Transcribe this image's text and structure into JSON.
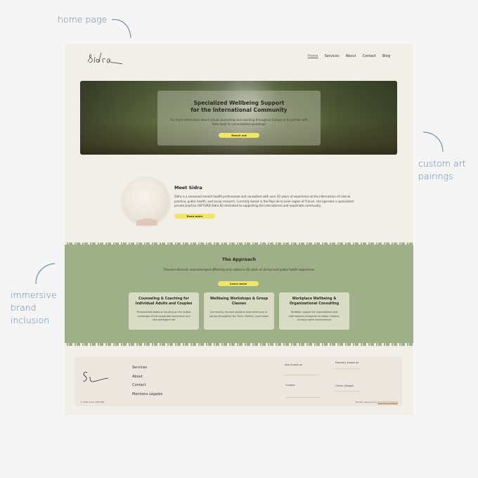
{
  "annotations": {
    "home_page": "home page",
    "custom_art_line1": "custom art",
    "custom_art_line2": "pairings",
    "immersive_line1": "immersive",
    "immersive_line2": "brand",
    "immersive_line3": "inclusion"
  },
  "colors": {
    "accent_blue": "#5a7fa6",
    "page_bg": "#f2efe8",
    "sage_green": "#9fb088",
    "button_yellow": "#f1e567",
    "card_bg": "#d9dcc5"
  },
  "header": {
    "logo_text": "sidra",
    "nav": [
      "Home",
      "Services",
      "About",
      "Contact",
      "Blog"
    ]
  },
  "hero": {
    "title_line1": "Specialized Wellbeing Support",
    "title_line2": "for the International Community",
    "subtitle": "For more information about virtual counseling and coaching throughout Europe or to partner with Sidra local for personalized workshops",
    "button": "Reach out"
  },
  "meet": {
    "title": "Meet Sidra",
    "text": "Sidra is a seasoned mental health professional and consultant with over 20 years of experience at the intersection of clinical practice, public health, and social research. Currently based in the Pays de la Loire region of France, she operates a specialized private practice (SIFFORD Sidra EI) dedicated to supporting the international and expatriate community.",
    "button": "Read more"
  },
  "approach": {
    "title": "The Approach",
    "subtitle": "Trauma-informed, neurodivergent-affirming care rooted in 20 years of clinical and public health experience",
    "button": "Learn more",
    "cards": [
      {
        "title": "Counseling & Coaching for Individual Adults and Couples",
        "text": "Personalized sessions focusing on the unique challenges of the expatriate experience and neurodivergent life"
      },
      {
        "title": "Wellbeing Workshops & Group Classes",
        "text": "Community-focused sessions held online and in-person throughout the Tours, Nantes, Laval areas"
      },
      {
        "title": "Workplace Wellbeing & Organizational Consulting",
        "text": "Strategic support for organizations and international companies to foster resilient, inclusive work environments"
      }
    ]
  },
  "footer": {
    "links": [
      "Services",
      "About",
      "Contact",
      "Mentions Légales"
    ],
    "label_also_known": "Also known as",
    "label_formerly": "Formerly known as",
    "label_contact": "Contact",
    "label_online": "Online (Global)",
    "copyright": "© 2025 Sidra SIFFORD",
    "credit_prefix": "Proudly designed by",
    "credit_link": "Wonderful Creative"
  }
}
